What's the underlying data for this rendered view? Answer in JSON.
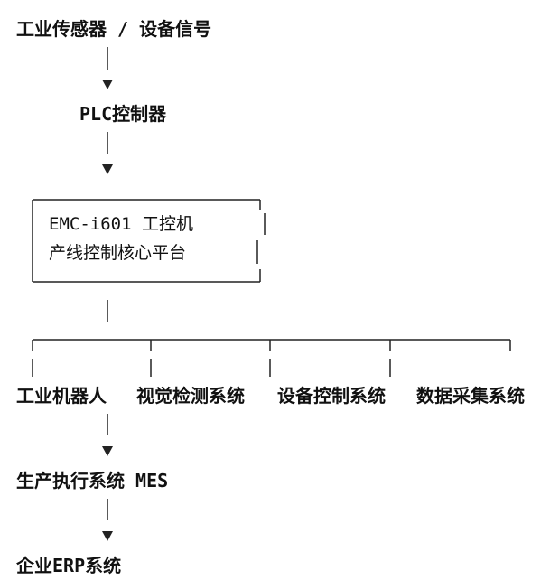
{
  "nodes": {
    "sensor": "工业传感器 / 设备信号",
    "plc": "PLC控制器",
    "core_line1": "EMC-i601 工控机",
    "core_line2": "产线控制核心平台",
    "robot": "工业机器人",
    "vision": "视觉检测系统",
    "equipment": "设备控制系统",
    "data": "数据采集系统",
    "mes": "生产执行系统 MES",
    "erp": "企业ERP系统"
  }
}
